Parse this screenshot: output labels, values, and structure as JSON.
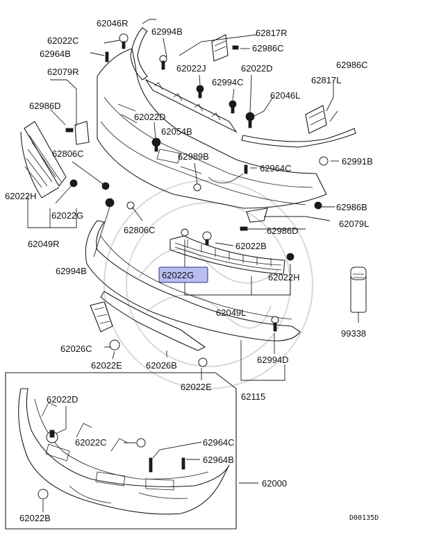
{
  "diagram": {
    "highlight_fill": "#b9bdf0",
    "highlight_stroke": "#2a2f7a",
    "drawing_code": "D00135D",
    "labels": {
      "p62046R": "62046R",
      "p62022C_top": "62022C",
      "p62964B_top": "62964B",
      "p62079R": "62079R",
      "p62994B_top": "62994B",
      "p62817R": "62817R",
      "p62986C_top": "62986C",
      "p62022J": "62022J",
      "p62022D_top": "62022D",
      "p62986C_right": "62986C",
      "p62986D_left": "62986D",
      "p62994C": "62994C",
      "p62046L": "62046L",
      "p62817L": "62817L",
      "p62022D_mid": "62022D",
      "p62054B": "62054B",
      "p62806C_top": "62806C",
      "p62989B": "62989B",
      "p62964C_mid": "62964C",
      "p62991B": "62991B",
      "p62022H_left": "62022H",
      "p62022G_left": "62022G",
      "p62986B": "62986B",
      "p62079L": "62079L",
      "p62986D_right": "62986D",
      "p62806C_mid": "62806C",
      "p62022B_mid": "62022B",
      "p62049R": "62049R",
      "p62994B_mid": "62994B",
      "p62022G_highlight": "62022G",
      "p62022H_right": "62022H",
      "p62049L": "62049L",
      "p99338": "99338",
      "p62026C": "62026C",
      "p62022E_left": "62022E",
      "p62026B": "62026B",
      "p62994D": "62994D",
      "p62022E_mid": "62022E",
      "p62115": "62115",
      "p62022D_inset": "62022D",
      "p62022C_inset": "62022C",
      "p62964C_inset": "62964C",
      "p62964B_inset": "62964B",
      "p62000": "62000",
      "p62022B_inset": "62022B"
    }
  }
}
